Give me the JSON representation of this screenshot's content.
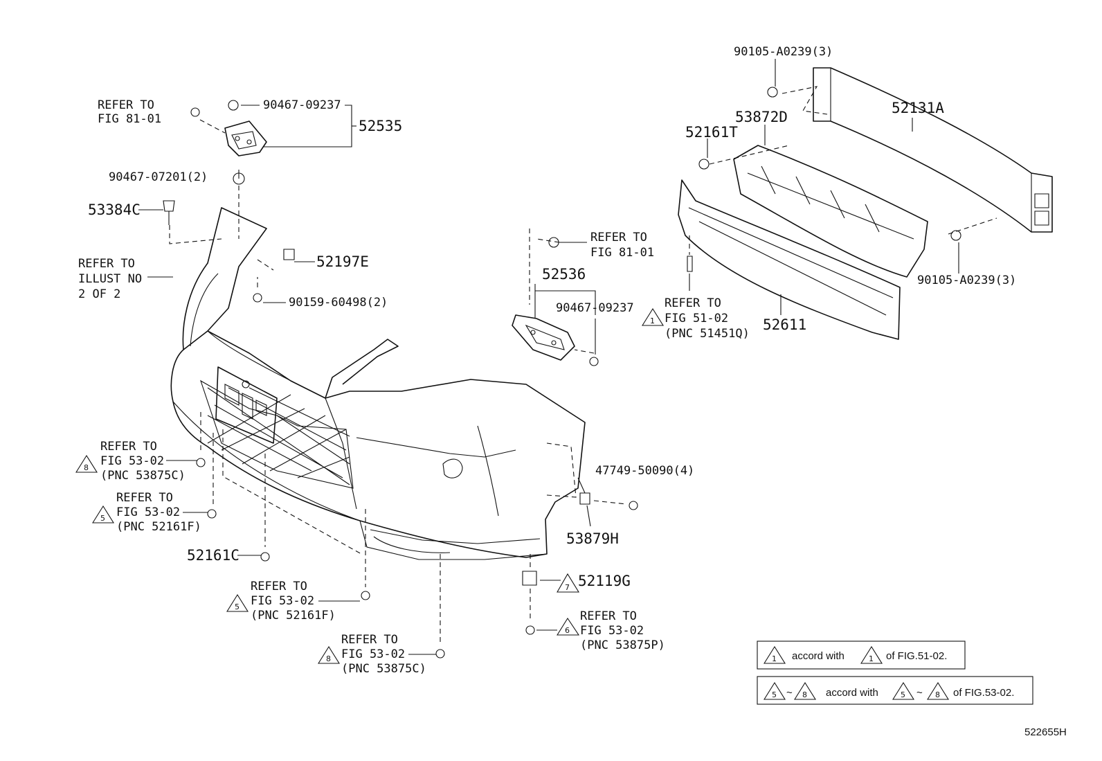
{
  "labels": {
    "refer_fig81_top": [
      "REFER TO",
      "FIG 81-01"
    ],
    "pn_90467_09237_top": "90467-09237",
    "pn_52535": "52535",
    "pn_90467_07201": "90467-07201(2)",
    "pn_53384C": "53384C",
    "refer_illust": [
      "REFER TO",
      "ILLUST NO",
      "2 OF 2"
    ],
    "pn_52197E": "52197E",
    "pn_90159_60498": "90159-60498(2)",
    "refer_fig81_mid": [
      "REFER TO",
      "FIG 81-01"
    ],
    "pn_52536": "52536",
    "pn_90467_09237_mid": "90467-09237",
    "pn_90105_top": "90105-A0239(3)",
    "pn_53872D": "53872D",
    "pn_52131A": "52131A",
    "pn_52161T": "52161T",
    "pn_90105_right": "90105-A0239(3)",
    "refer_fig51": [
      "REFER TO",
      "FIG 51-02",
      "(PNC 51451Q)"
    ],
    "pn_52611": "52611",
    "refer_8a": [
      "REFER TO",
      "FIG 53-02",
      "(PNC 53875C)"
    ],
    "refer_5a": [
      "REFER TO",
      "FIG 53-02",
      "(PNC 52161F)"
    ],
    "pn_52161C": "52161C",
    "refer_5b": [
      "REFER TO",
      "FIG 53-02",
      "(PNC 52161F)"
    ],
    "refer_8b": [
      "REFER TO",
      "FIG 53-02",
      "(PNC 53875C)"
    ],
    "pn_47749": "47749-50090(4)",
    "pn_53879H": "53879H",
    "pn_52119G": "52119G",
    "refer_6": [
      "REFER TO",
      "FIG 53-02",
      "(PNC 53875P)"
    ]
  },
  "triangles": {
    "t1": "1",
    "t8a": "8",
    "t5a": "5",
    "t5b": "5",
    "t8b": "8",
    "t7": "7",
    "t6": "6"
  },
  "legend": {
    "row1": {
      "from": "1",
      "text": "accord with",
      "to": "1",
      "suffix": "of FIG.51-02."
    },
    "row2": {
      "from": "5",
      "tilde": "~",
      "to": "8",
      "text": "accord with",
      "from2": "5",
      "to2": "8",
      "suffix": "of FIG.53-02."
    }
  },
  "drawing_code": "522655H"
}
